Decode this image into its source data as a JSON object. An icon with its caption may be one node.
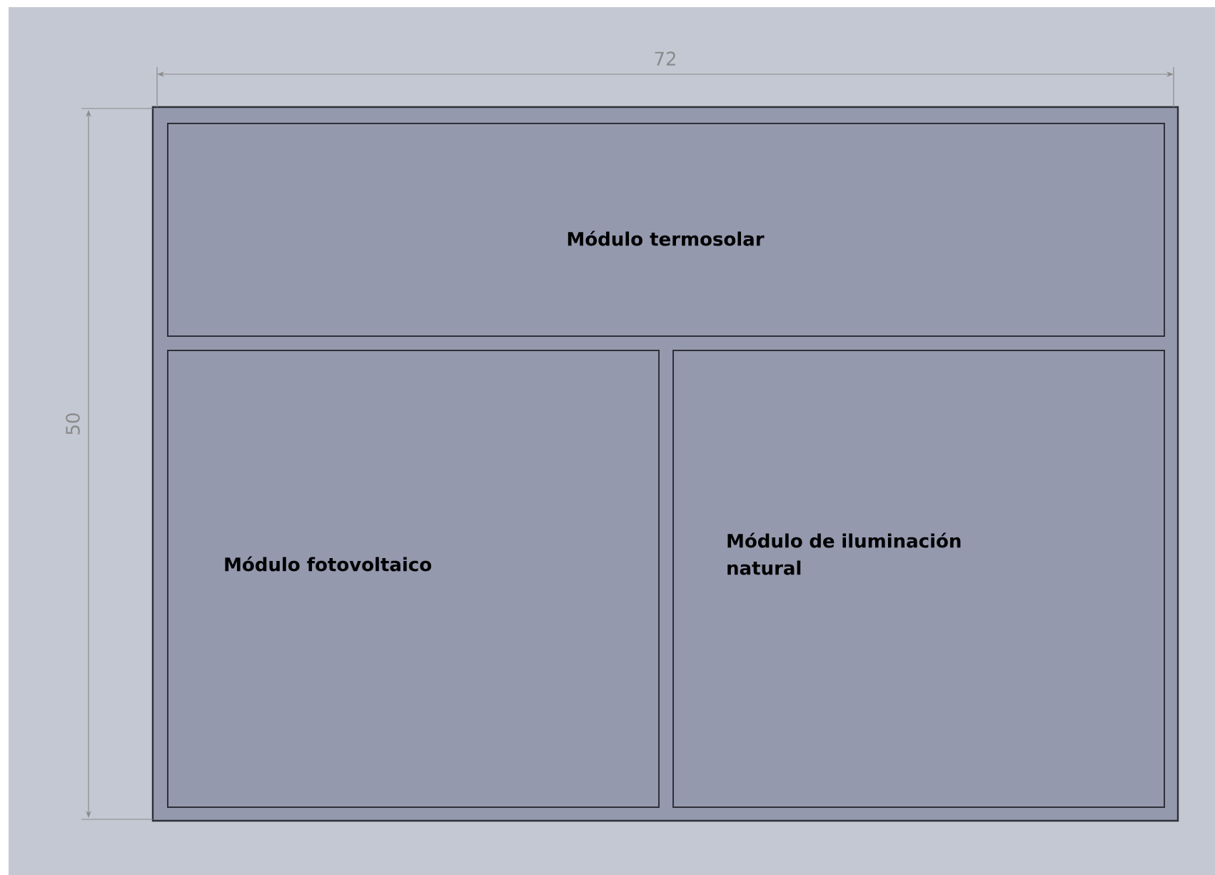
{
  "diagram": {
    "nodes": [
      {
        "text": [
          "Módulo termosolar"
        ]
      },
      {
        "text": [
          "Módulo fotovoltaico"
        ]
      },
      {
        "text": [
          "Módulo de iluminación natural"
        ]
      }
    ],
    "edges": [],
    "labels": [
      "72",
      "50"
    ]
  }
}
